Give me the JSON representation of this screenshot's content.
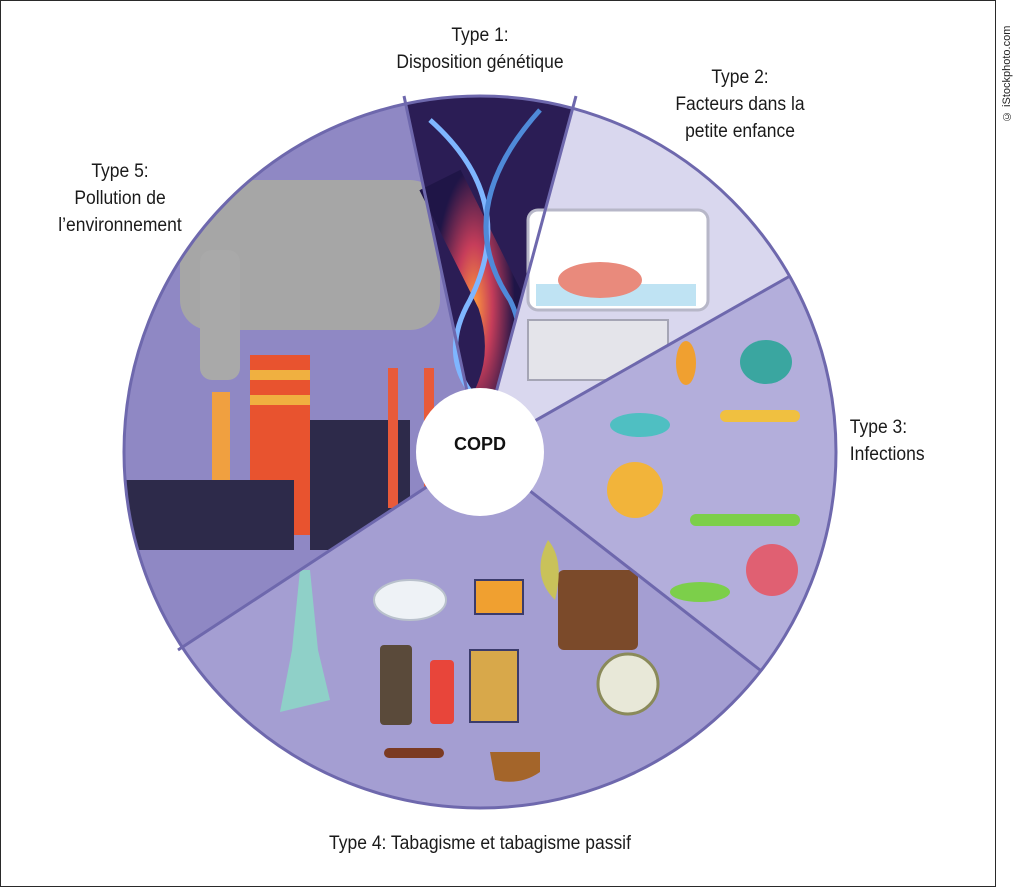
{
  "credit": "© iStockphoto.com",
  "center": "COPD",
  "segments": [
    {
      "id": "type1",
      "label": "Type 1:\nDisposition génétique"
    },
    {
      "id": "type2",
      "label": "Type 2:\nFacteurs dans la\npetite enfance"
    },
    {
      "id": "type3",
      "label": "Type 3:\nInfections"
    },
    {
      "id": "type4",
      "label": "Type 4: Tabagisme et tabagisme passif"
    },
    {
      "id": "type5",
      "label": "Type 5:\nPollution de\nl’environnement"
    }
  ],
  "colors": {
    "wheel_border": "#6e68ad",
    "type1_bg": "#2b1d55",
    "type2_bg": "#d9d7ee",
    "type3_bg": "#b3aedb",
    "type4_bg": "#a49ed2",
    "type5_bg": "#8f88c4"
  }
}
